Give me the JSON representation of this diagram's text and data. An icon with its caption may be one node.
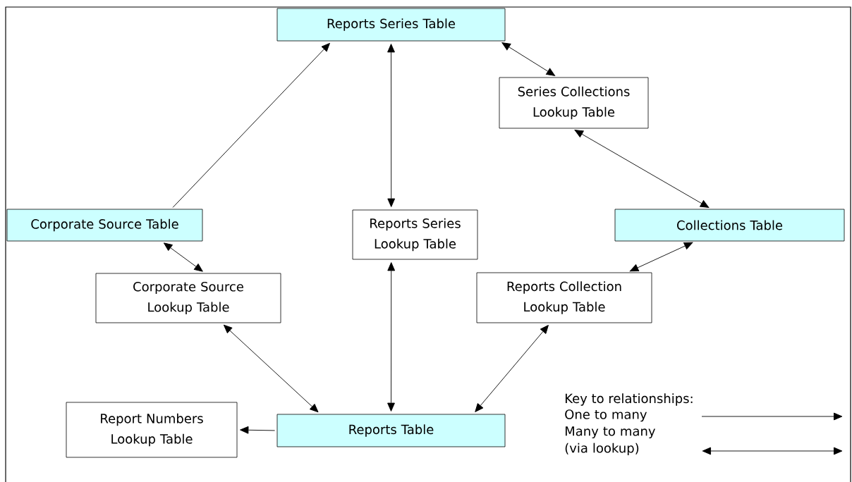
{
  "diagram": {
    "nodes": [
      {
        "text": [
          "Reports Series Table"
        ]
      },
      {
        "text": [
          "Series Collections Lookup Table"
        ]
      },
      {
        "text": [
          "Corporate Source Table"
        ]
      },
      {
        "text": [
          "Reports Series Lookup Table"
        ]
      },
      {
        "text": [
          "Collections Table"
        ]
      },
      {
        "text": [
          "Corporate Source Lookup Table"
        ]
      },
      {
        "text": [
          "Reports Collection Lookup Table"
        ]
      },
      {
        "text": [
          "Report Numbers Lookup Table"
        ]
      },
      {
        "text": [
          "Reports Table"
        ]
      }
    ],
    "edges": [
      {
        "from": 2,
        "to": 0,
        "arrow": "to"
      },
      {
        "from": 0,
        "to": 3,
        "arrow": "both"
      },
      {
        "from": 0,
        "to": 1,
        "arrow": "both"
      },
      {
        "from": 1,
        "to": 4,
        "arrow": "both"
      },
      {
        "from": 2,
        "to": 5,
        "arrow": "both"
      },
      {
        "from": 4,
        "to": 6,
        "arrow": "both"
      },
      {
        "from": 3,
        "to": 8,
        "arrow": "both"
      },
      {
        "from": 5,
        "to": 8,
        "arrow": "both"
      },
      {
        "from": 6,
        "to": 8,
        "arrow": "both"
      },
      {
        "from": 8,
        "to": 7,
        "arrow": "to"
      }
    ],
    "labels": [
      "Key to relationships:"
    ],
    "legend": [
      {
        "text": "One to many"
      },
      {
        "text": "Many to many (via lookup)"
      }
    ]
  }
}
